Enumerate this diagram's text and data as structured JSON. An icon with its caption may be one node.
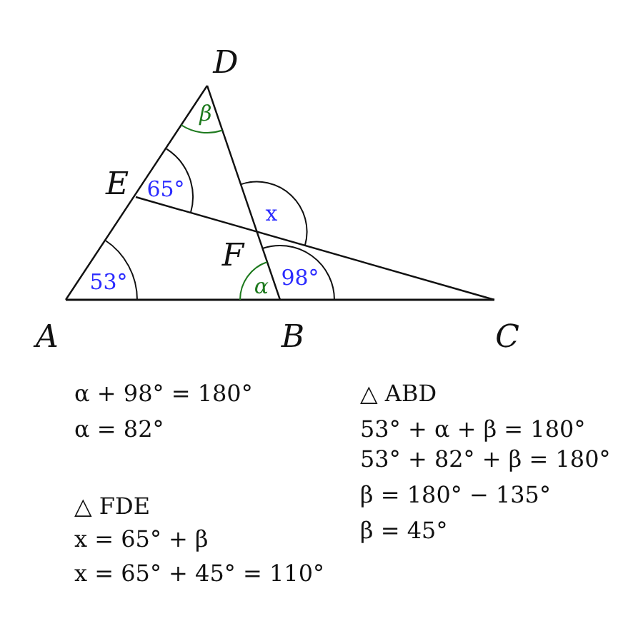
{
  "diagram": {
    "labels": [
      "D",
      "β",
      "E",
      "65°",
      "x",
      "F",
      "53°",
      "α",
      "98°",
      "A",
      "B",
      "C",
      "α + 98° = 180°",
      "α = 82°",
      "△ FDE",
      "x = 65° + β",
      "x = 65° + 45° = 110°",
      "△ ABD",
      "53° + α + β = 180°",
      "53° + 82° + β = 180°",
      "β = 180° − 135°",
      "β = 45°"
    ]
  }
}
